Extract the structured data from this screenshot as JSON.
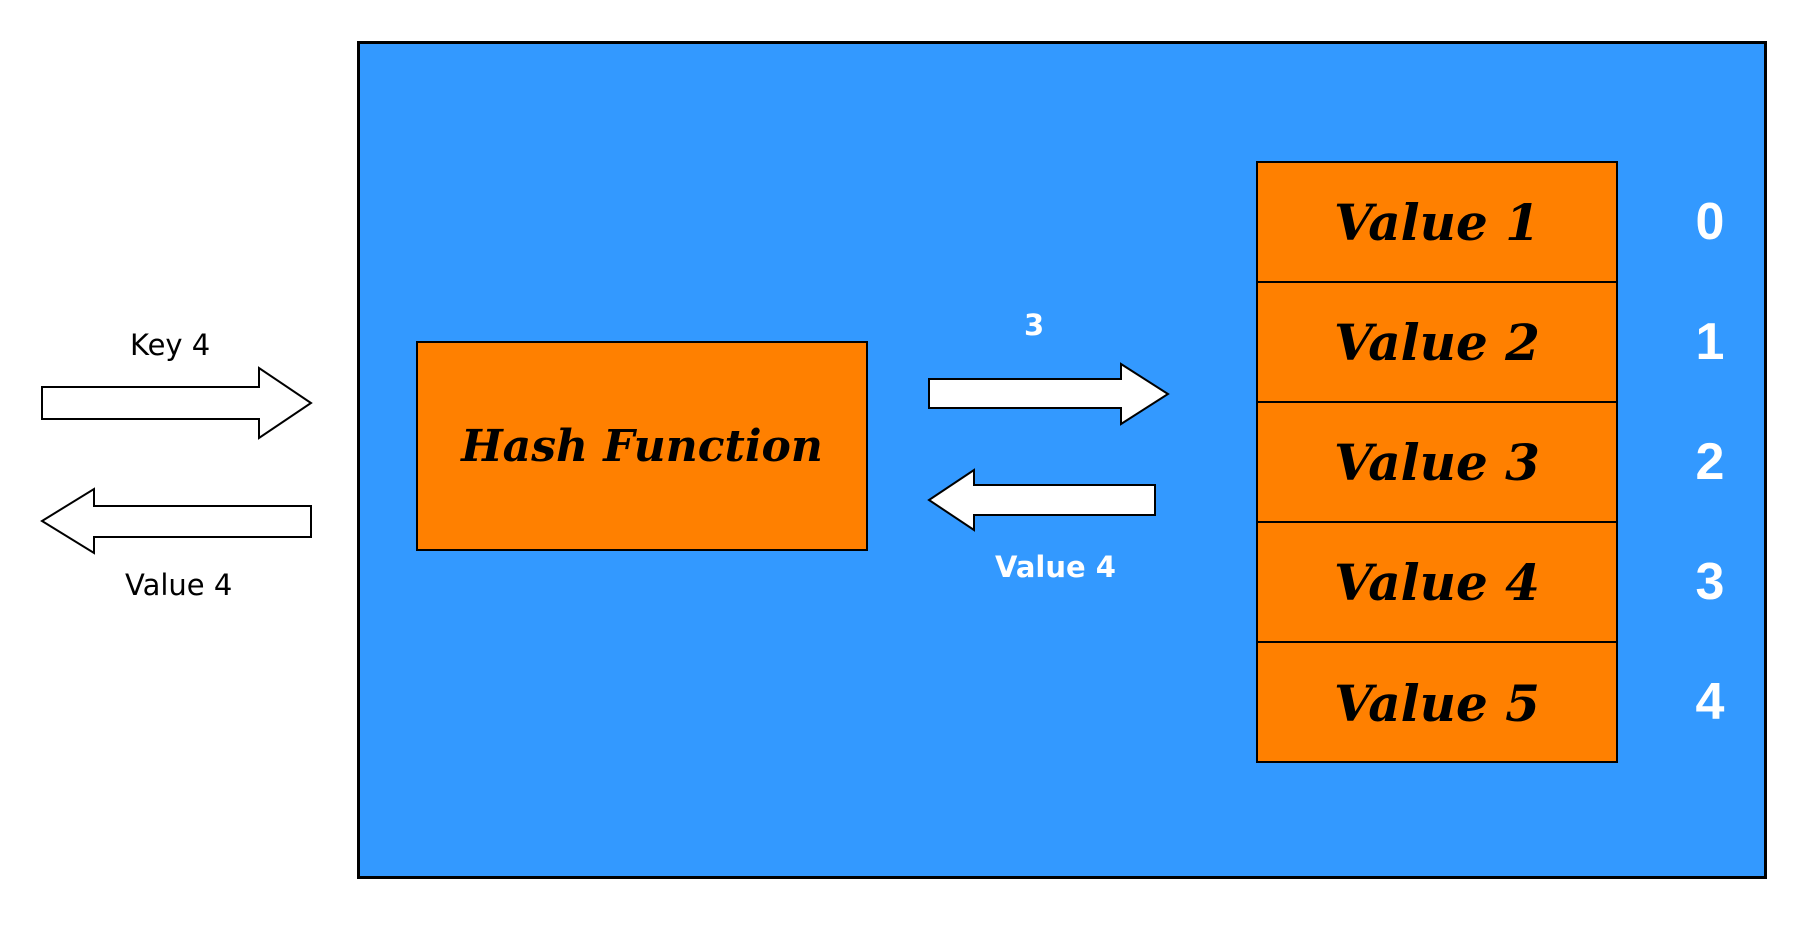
{
  "input_key_label": "Key 4",
  "output_value_label": "Value 4",
  "hash_function_label": "Hash Function",
  "computed_index_label": "3",
  "returned_value_label": "Value 4",
  "table_slots": [
    {
      "value": "Value 1",
      "index": "0"
    },
    {
      "value": "Value 2",
      "index": "1"
    },
    {
      "value": "Value 3",
      "index": "2"
    },
    {
      "value": "Value 4",
      "index": "3"
    },
    {
      "value": "Value 5",
      "index": "4"
    }
  ],
  "colors": {
    "container": "#3399ff",
    "box": "#ff8000",
    "arrow_fill": "#ffffff",
    "outline": "#000000"
  }
}
